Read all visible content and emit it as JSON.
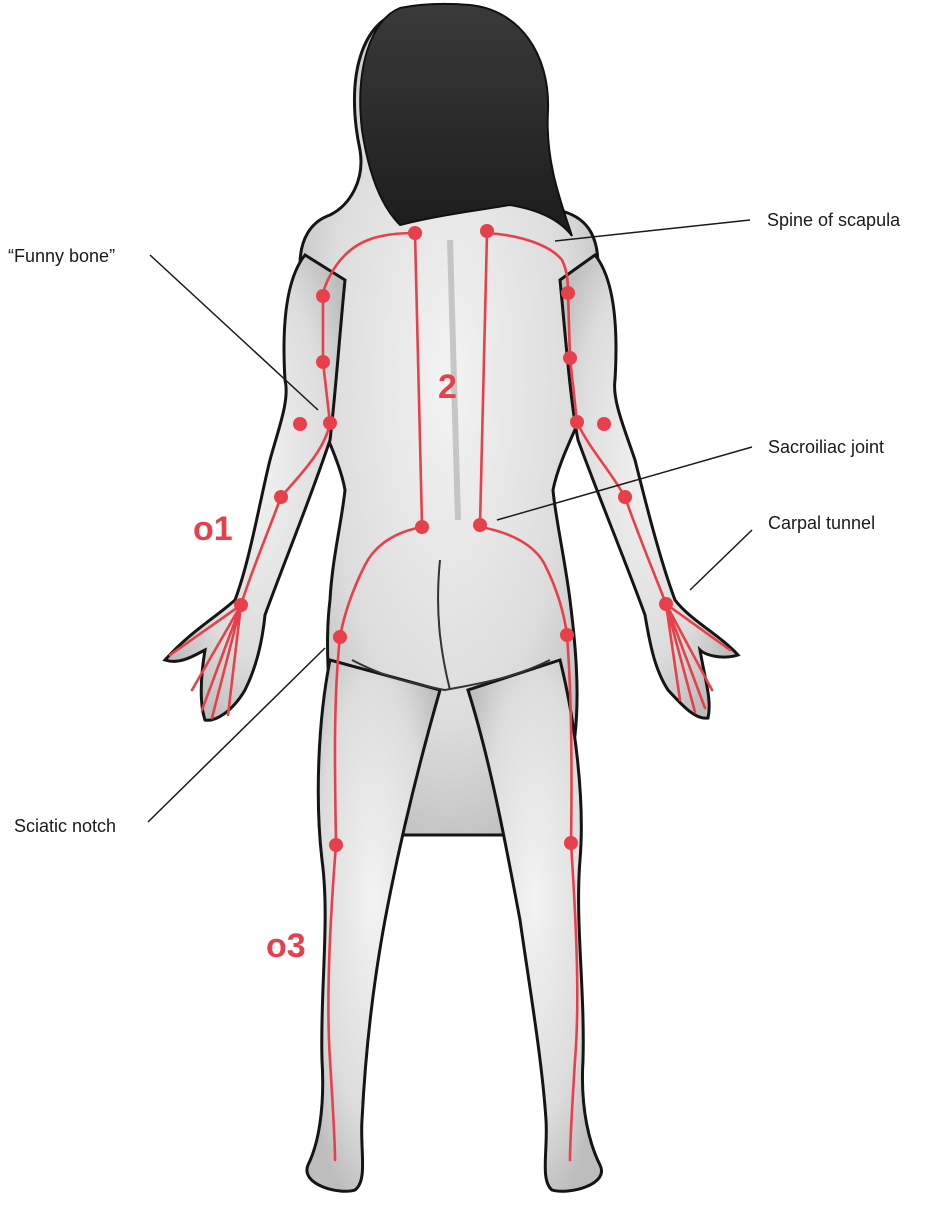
{
  "figure": {
    "accent_color": "#e8404a",
    "outline_color": "#151515",
    "callout_color": "#1a1a1a",
    "section_labels": {
      "arm": "o1",
      "back": "2",
      "leg": "o3"
    },
    "callouts": {
      "spine_of_scapula": "Spine of scapula",
      "funny_bone": "“Funny bone”",
      "sacroiliac_joint": "Sacroiliac joint",
      "carpal_tunnel": "Carpal tunnel",
      "sciatic_notch": "Sciatic notch"
    }
  }
}
